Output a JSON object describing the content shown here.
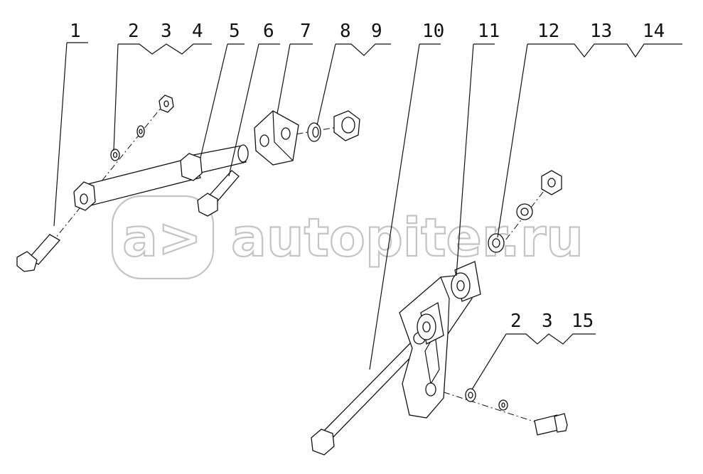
{
  "callouts": [
    {
      "id": "c1",
      "label": "1"
    },
    {
      "id": "c2",
      "label": "2"
    },
    {
      "id": "c3",
      "label": "3"
    },
    {
      "id": "c4",
      "label": "4"
    },
    {
      "id": "c5",
      "label": "5"
    },
    {
      "id": "c6",
      "label": "6"
    },
    {
      "id": "c7",
      "label": "7"
    },
    {
      "id": "c8",
      "label": "8"
    },
    {
      "id": "c9",
      "label": "9"
    },
    {
      "id": "c10",
      "label": "10"
    },
    {
      "id": "c11",
      "label": "11"
    },
    {
      "id": "c12",
      "label": "12"
    },
    {
      "id": "c13",
      "label": "13"
    },
    {
      "id": "c14",
      "label": "14"
    },
    {
      "id": "c2b",
      "label": "2"
    },
    {
      "id": "c3b",
      "label": "3"
    },
    {
      "id": "c15",
      "label": "15"
    }
  ],
  "watermark": {
    "text": "autopiter.ru",
    "logo_glyph": "a>"
  }
}
